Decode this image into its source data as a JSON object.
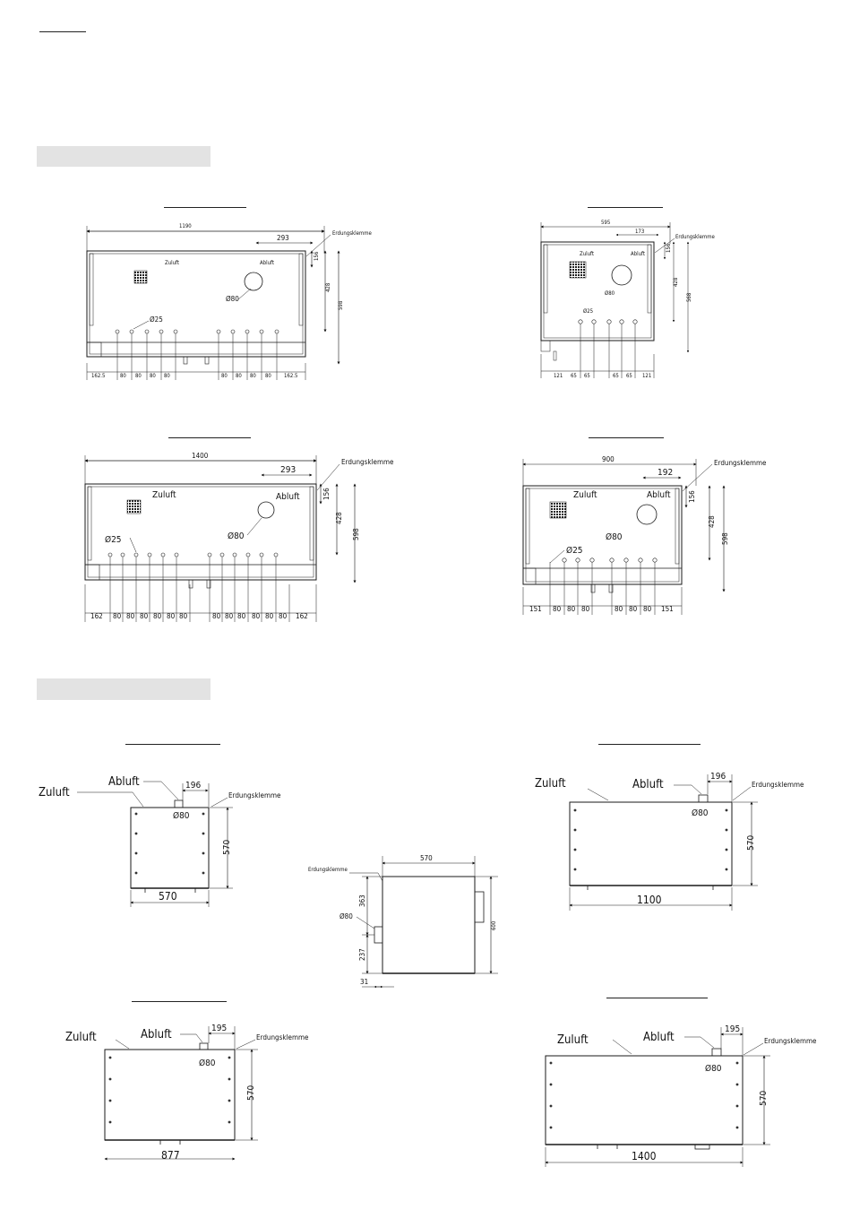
{
  "labels": {
    "zuluft": "Zuluft",
    "abluft": "Abluft",
    "erdung": "Erdungsklemme",
    "d80": "Ø80",
    "d25": "Ø25"
  },
  "front_1190": {
    "width": "1190",
    "right_offset": "293",
    "h156": "156",
    "h428": "428",
    "h598": "598",
    "bottom": [
      "162.5",
      "80",
      "80",
      "80",
      "80",
      "80",
      "80",
      "80",
      "80",
      "162.5"
    ]
  },
  "front_595": {
    "width": "595",
    "right_offset": "173",
    "h156": "156",
    "h428": "428",
    "h598": "568",
    "bottom": [
      "121",
      "65",
      "65",
      "65",
      "65",
      "121"
    ]
  },
  "front_1400": {
    "width": "1400",
    "right_offset": "293",
    "h156": "156",
    "h428": "428",
    "h598": "598",
    "bottom": [
      "162",
      "80",
      "80",
      "80",
      "80",
      "80",
      "80",
      "80",
      "80",
      "80",
      "80",
      "80",
      "80",
      "162"
    ]
  },
  "front_900": {
    "width": "900",
    "right_offset": "192",
    "h156": "156",
    "h428": "428",
    "h598": "598",
    "bottom": [
      "151",
      "80",
      "80",
      "80",
      "80",
      "80",
      "80",
      "151"
    ]
  },
  "top_570": {
    "offset": "196",
    "height": "570",
    "width": "570"
  },
  "side_570": {
    "width": "570",
    "h363": "363",
    "h237": "237",
    "h600": "600",
    "h31": "31"
  },
  "top_1100": {
    "offset": "196",
    "height": "570",
    "width": "1100"
  },
  "top_877": {
    "offset": "195",
    "height": "570",
    "width": "877"
  },
  "top_1400": {
    "offset": "195",
    "height": "570",
    "width": "1400"
  }
}
